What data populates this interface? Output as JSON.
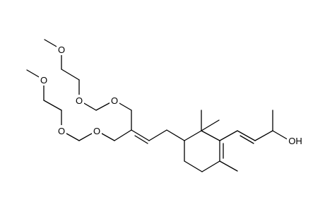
{
  "molecule": {
    "atoms": {
      "o1": "O",
      "o2": "O",
      "o3": "O",
      "o4": "O",
      "o5": "O",
      "o6": "O",
      "oh": "OH"
    }
  },
  "colors": {
    "bond": "#000000",
    "label": "#000000",
    "background": "#ffffff"
  }
}
